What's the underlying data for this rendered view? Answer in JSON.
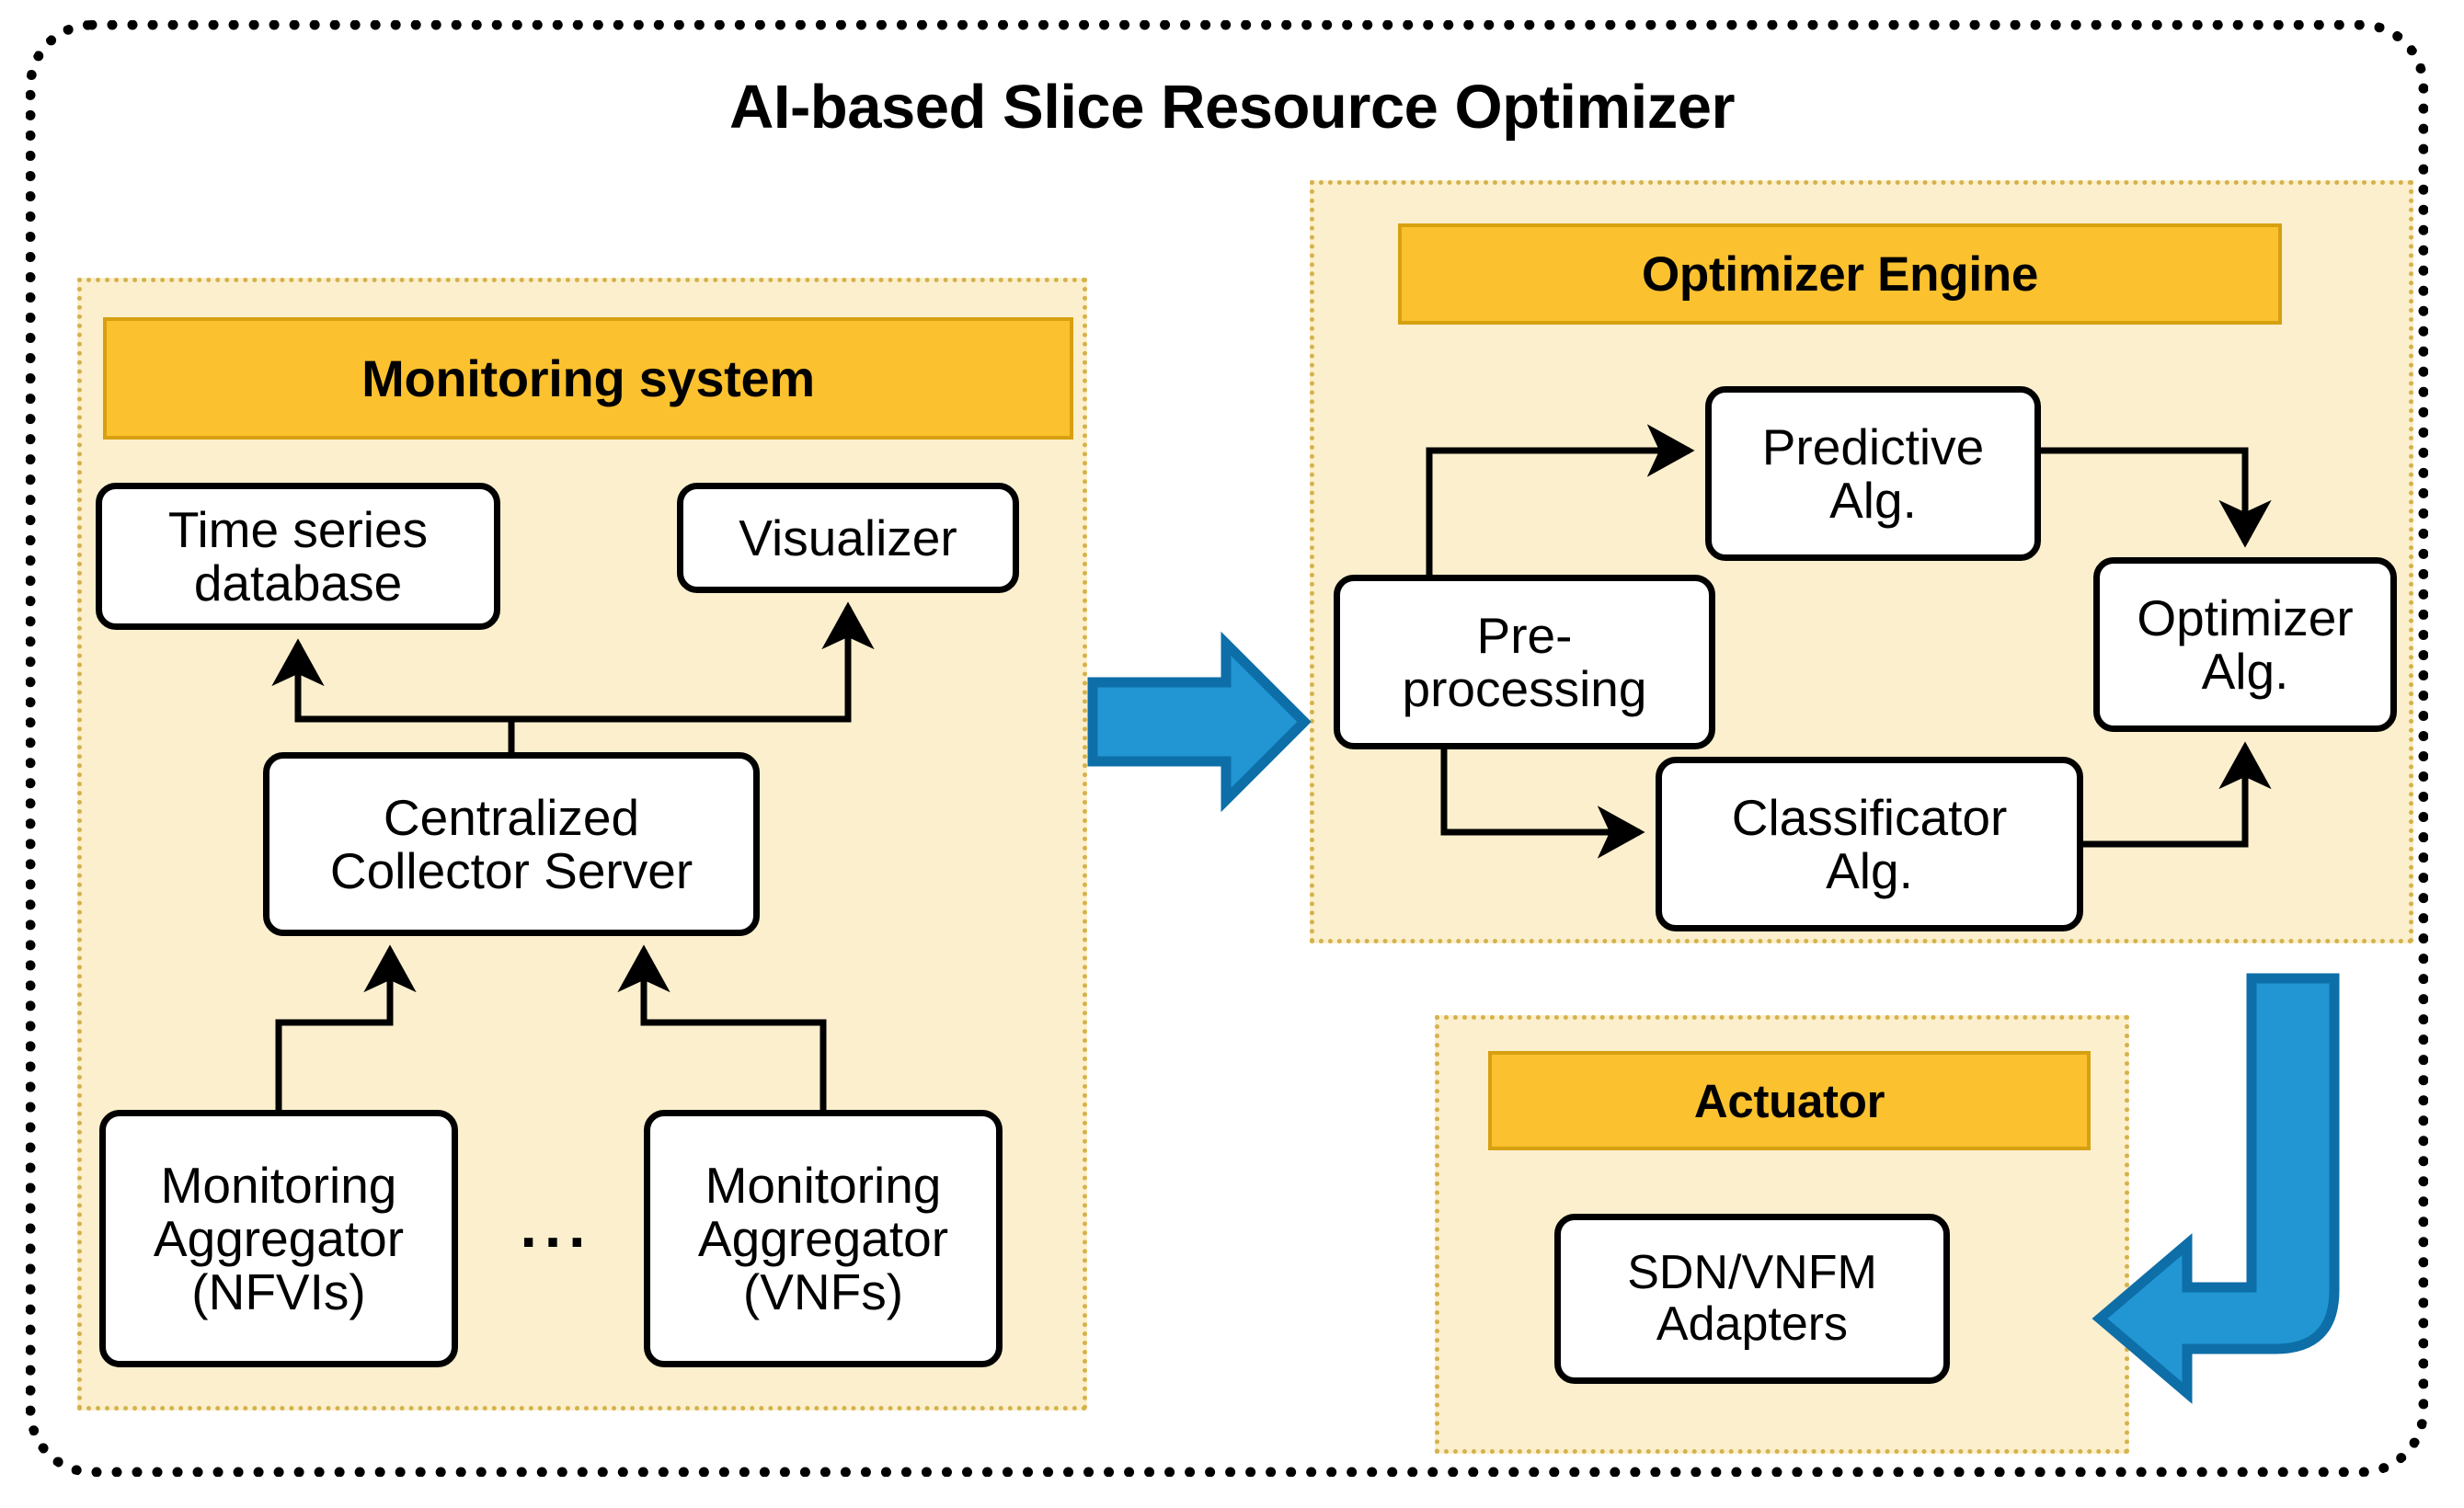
{
  "diagram": {
    "title": "AI-based Slice Resource Optimizer",
    "colors": {
      "panel_fill": "#FCEFCD",
      "panel_border": "#D4B24C",
      "header_fill": "#FBC12F",
      "header_border": "#D6A011",
      "node_fill": "#FFFFFF",
      "node_border": "#000000",
      "arrow_blue_fill": "#2196D3",
      "arrow_blue_stroke": "#0D6EA8",
      "outer_border": "#000000"
    },
    "panels": [
      {
        "id": "monitoring-system",
        "header": "Monitoring system",
        "nodes": [
          {
            "id": "time-series-database",
            "lines": [
              "Time series",
              "database"
            ]
          },
          {
            "id": "visualizer",
            "lines": [
              "Visualizer"
            ]
          },
          {
            "id": "centralized-collector-server",
            "lines": [
              "Centralized",
              "Collector Server"
            ]
          },
          {
            "id": "monitoring-aggregator-nfvis",
            "lines": [
              "Monitoring",
              "Aggregator",
              "(NFVIs)"
            ]
          },
          {
            "id": "monitoring-aggregator-vnfs",
            "lines": [
              "Monitoring",
              "Aggregator",
              "(VNFs)"
            ]
          }
        ],
        "ellipsis": "..."
      },
      {
        "id": "optimizer-engine",
        "header": "Optimizer Engine",
        "nodes": [
          {
            "id": "pre-processing",
            "lines": [
              "Pre-",
              "processing"
            ]
          },
          {
            "id": "predictive-alg",
            "lines": [
              "Predictive",
              "Alg."
            ]
          },
          {
            "id": "classificator-alg",
            "lines": [
              "Classificator",
              "Alg."
            ]
          },
          {
            "id": "optimizer-alg",
            "lines": [
              "Optimizer",
              "Alg."
            ]
          }
        ]
      },
      {
        "id": "actuator",
        "header": "Actuator",
        "nodes": [
          {
            "id": "sdn-vnfm-adapters",
            "lines": [
              "SDN/VNFM",
              "Adapters"
            ]
          }
        ]
      }
    ],
    "connections": [
      {
        "from": "centralized-collector-server",
        "to": "time-series-database",
        "style": "black-elbow-arrow"
      },
      {
        "from": "centralized-collector-server",
        "to": "visualizer",
        "style": "black-elbow-arrow"
      },
      {
        "from": "monitoring-aggregator-nfvis",
        "to": "centralized-collector-server",
        "style": "black-elbow-arrow"
      },
      {
        "from": "monitoring-aggregator-vnfs",
        "to": "centralized-collector-server",
        "style": "black-elbow-arrow"
      },
      {
        "from": "monitoring-system",
        "to": "optimizer-engine",
        "style": "blue-block-arrow-right"
      },
      {
        "from": "pre-processing",
        "to": "predictive-alg",
        "style": "black-elbow-arrow"
      },
      {
        "from": "pre-processing",
        "to": "classificator-alg",
        "style": "black-elbow-arrow"
      },
      {
        "from": "predictive-alg",
        "to": "optimizer-alg",
        "style": "black-elbow-arrow"
      },
      {
        "from": "classificator-alg",
        "to": "optimizer-alg",
        "style": "black-elbow-arrow"
      },
      {
        "from": "optimizer-engine",
        "to": "actuator",
        "style": "blue-block-arrow-elbow-left"
      }
    ]
  }
}
